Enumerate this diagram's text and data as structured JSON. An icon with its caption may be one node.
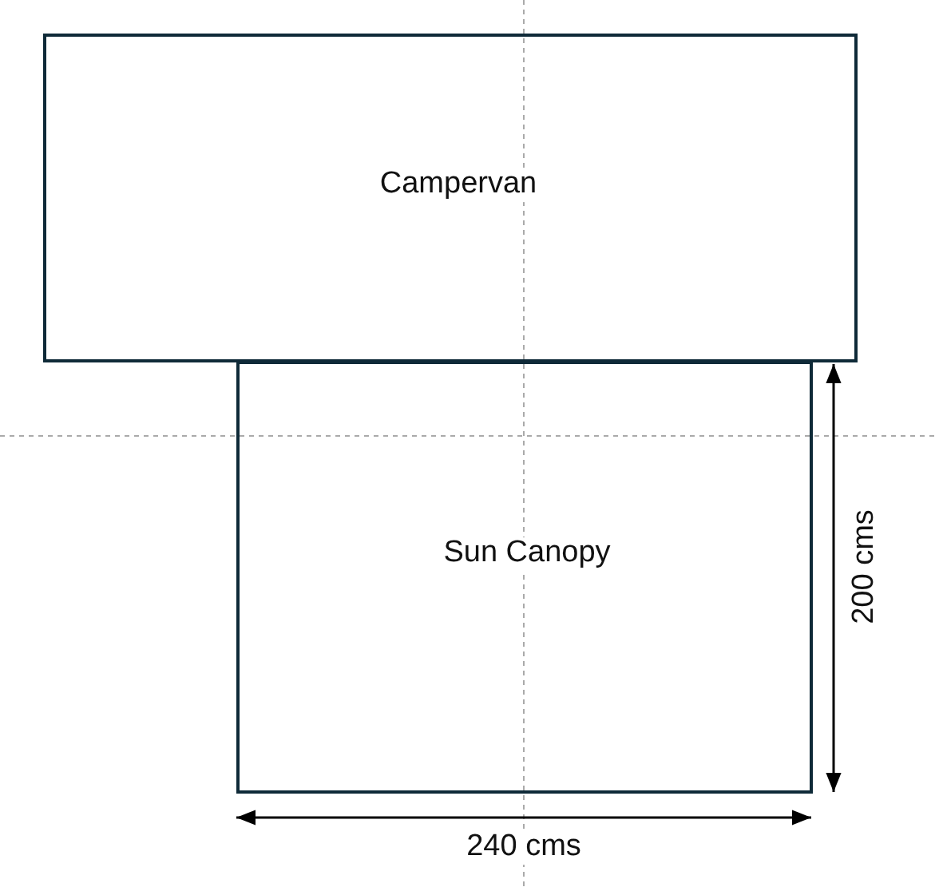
{
  "diagram": {
    "nodes": [
      {
        "text": [
          "Campervan"
        ]
      },
      {
        "text": [
          "Sun Canopy"
        ]
      }
    ],
    "labels": [
      "200 cms",
      "240 cms"
    ]
  }
}
